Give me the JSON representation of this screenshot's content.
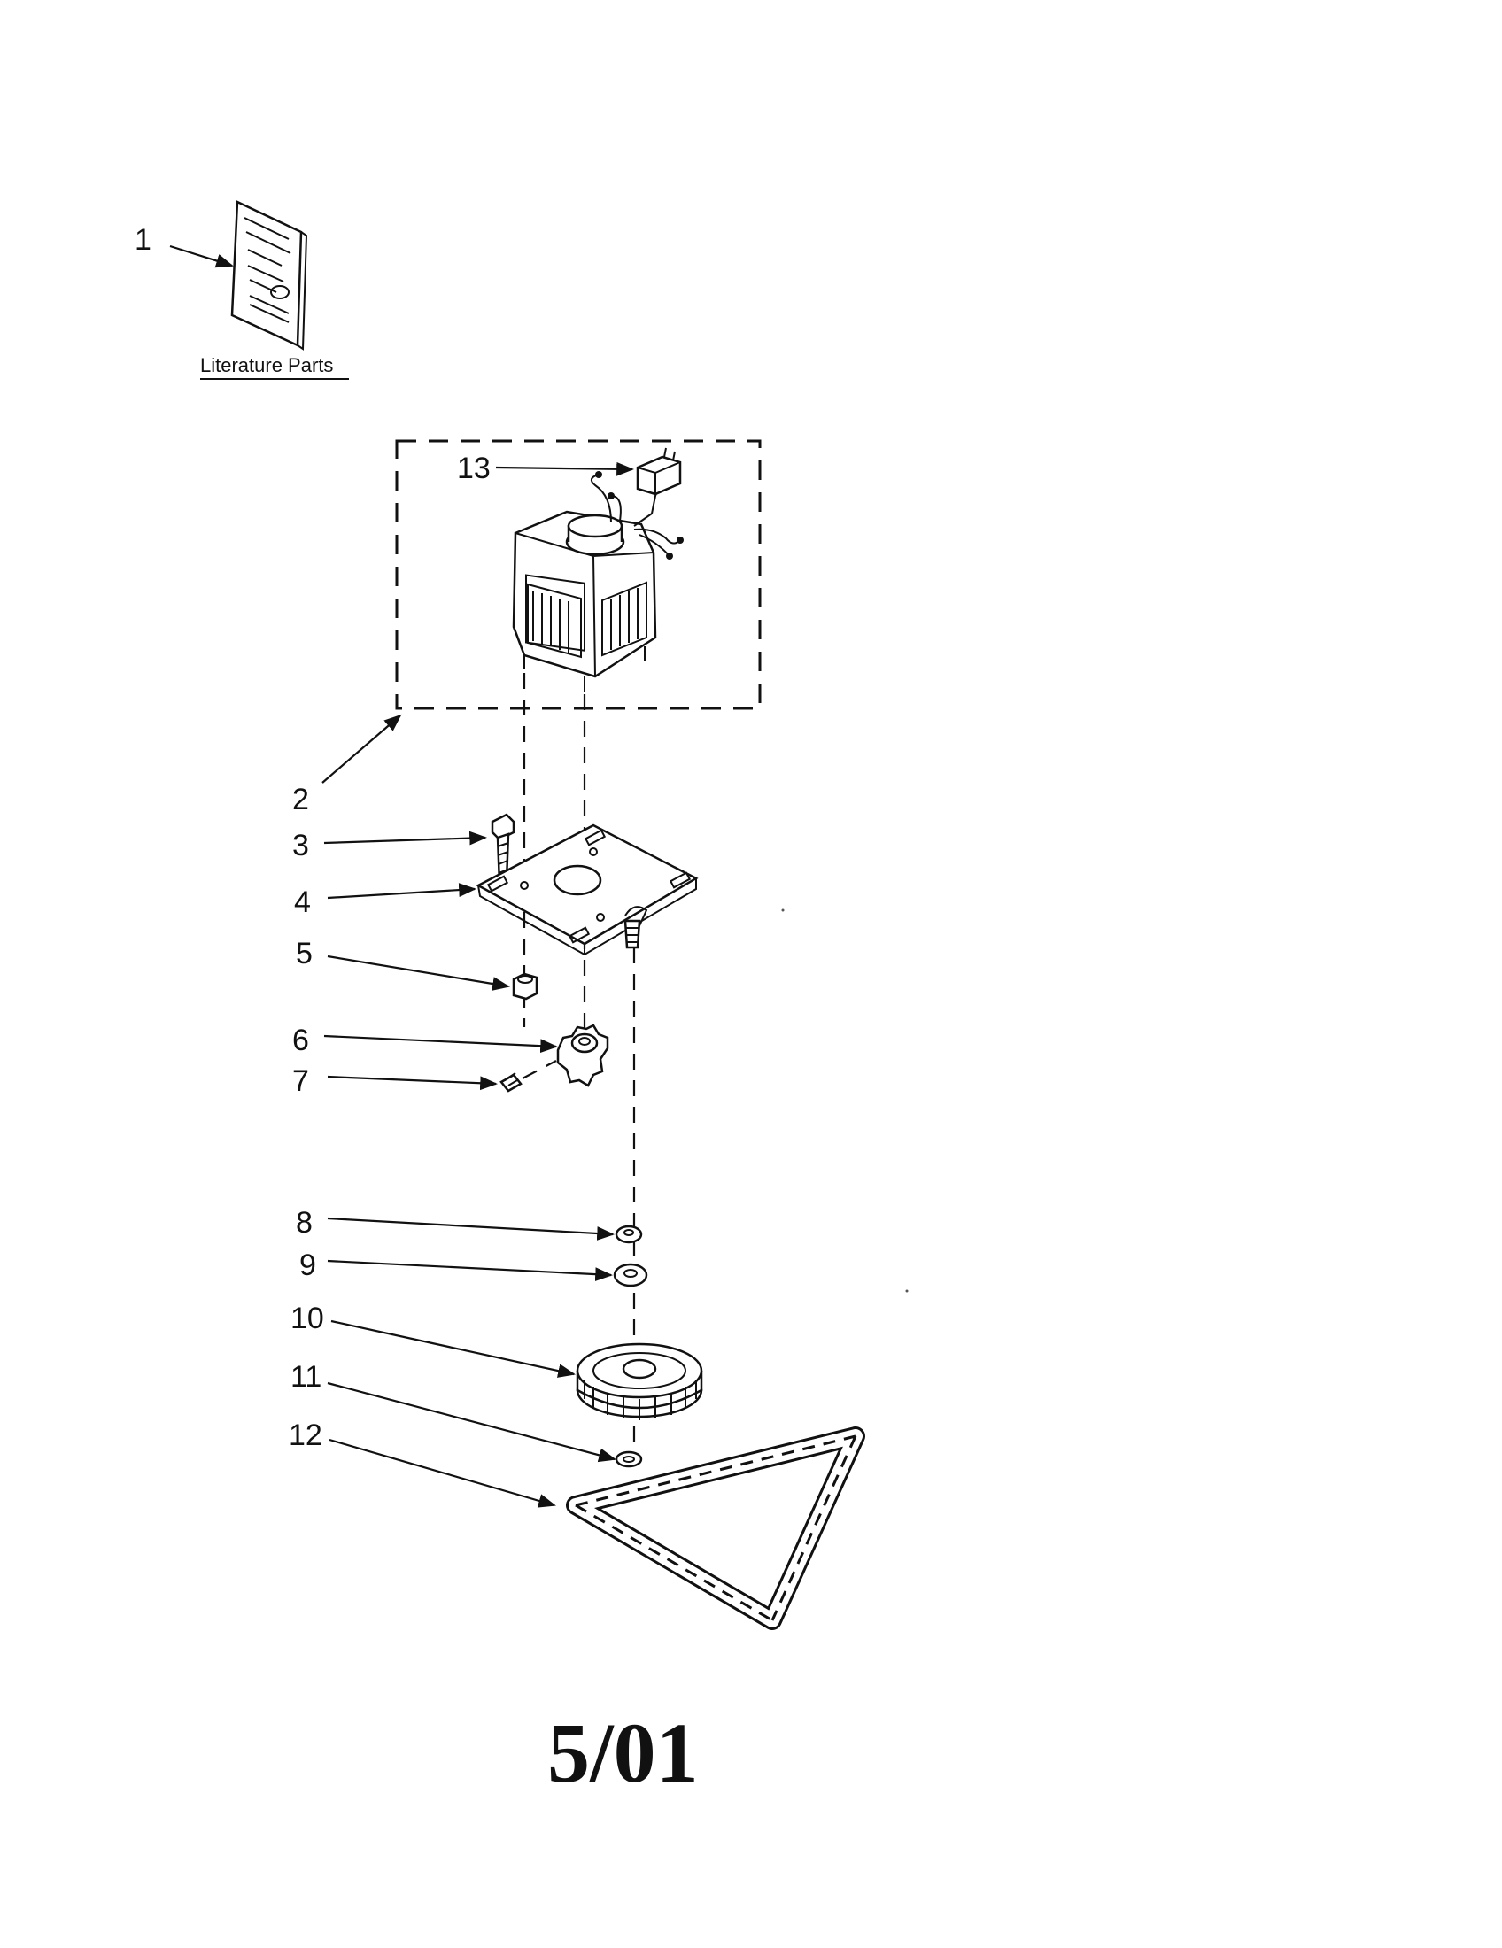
{
  "literature_label": "Literature Parts",
  "date_code": "5/01",
  "callouts": [
    {
      "n": "1"
    },
    {
      "n": "2"
    },
    {
      "n": "3"
    },
    {
      "n": "4"
    },
    {
      "n": "5"
    },
    {
      "n": "6"
    },
    {
      "n": "7"
    },
    {
      "n": "8"
    },
    {
      "n": "9"
    },
    {
      "n": "10"
    },
    {
      "n": "11"
    },
    {
      "n": "12"
    },
    {
      "n": "13"
    }
  ]
}
